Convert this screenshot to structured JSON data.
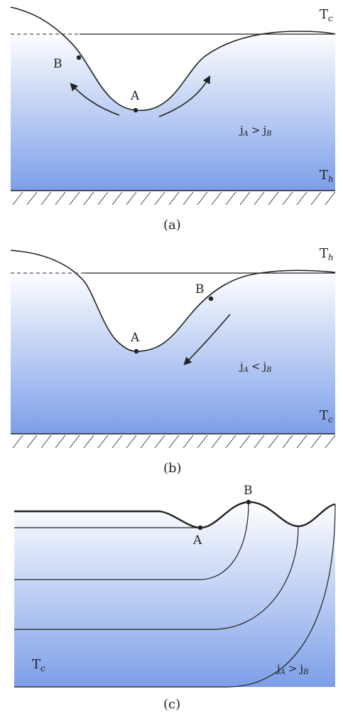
{
  "panels": [
    {
      "id": "a",
      "caption": "(a)",
      "top_temp": {
        "base": "T",
        "sub": "c"
      },
      "bottom_temp": {
        "base": "T",
        "sub": "h"
      },
      "points": [
        "A",
        "B"
      ],
      "relation": {
        "left": "j",
        "left_sub": "A",
        "op": ">",
        "right": "j",
        "right_sub": "B"
      }
    },
    {
      "id": "b",
      "caption": "(b)",
      "top_temp": {
        "base": "T",
        "sub": "h"
      },
      "bottom_temp": {
        "base": "T",
        "sub": "c"
      },
      "points": [
        "A",
        "B"
      ],
      "relation": {
        "left": "j",
        "left_sub": "A",
        "op": "<",
        "right": "j",
        "right_sub": "B"
      }
    },
    {
      "id": "c",
      "caption": "(c)",
      "temp": {
        "base": "T",
        "sub": "c"
      },
      "points": [
        "A",
        "B"
      ],
      "relation": {
        "left": "j",
        "left_sub": "A",
        "op": ">",
        "right": "j",
        "right_sub": "B"
      }
    }
  ],
  "colors": {
    "fluid_top": "#ffffff",
    "fluid_bottom": "#7d9fe8",
    "line": "#222222"
  }
}
